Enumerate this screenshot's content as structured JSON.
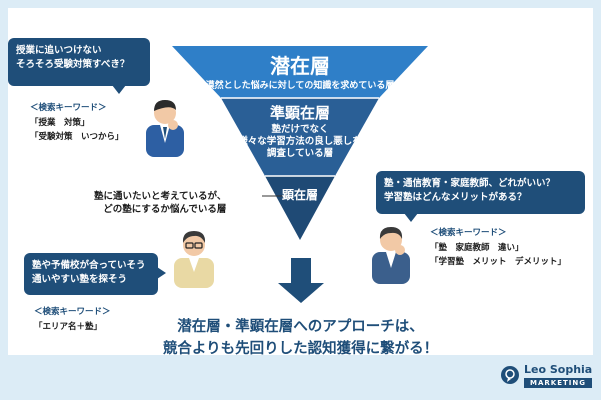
{
  "funnel": {
    "top": {
      "title": "潜在層",
      "subtitle": "漠然とした悩みに対しての知識を求めている層"
    },
    "middle": {
      "title": "準顕在層",
      "subtitle_lines": [
        "塾だけでなく",
        "様々な学習方法の良し悪しを",
        "調査している層"
      ]
    },
    "bottom": {
      "title": "顕在層"
    }
  },
  "persona_top_left": {
    "bubble_lines": [
      "授業に追いつけない",
      "そろそろ受験対策すべき？"
    ],
    "keyword_heading": "＜検索キーワード＞",
    "keywords": [
      "「授業　対策」",
      "「受験対策　いつから」"
    ]
  },
  "persona_right": {
    "bubble_lines": [
      "塾・通信教育・家庭教師、どれがいい？",
      "学習塾はどんなメリットがある？"
    ],
    "keyword_heading": "＜検索キーワード＞",
    "keywords": [
      "「塾　家庭教師　違い」",
      "「学習塾　メリット　デメリット」"
    ]
  },
  "persona_bottom_left": {
    "caption_lines": [
      "塾に通いたいと考えているが、",
      "どの塾にするか悩んでいる層"
    ],
    "bubble_lines": [
      "塾や予備校が合っていそう",
      "通いやすい塾を探そう"
    ],
    "keyword_heading": "＜検索キーワード＞",
    "keywords": [
      "「エリア名＋塾」"
    ]
  },
  "conclusion_lines": [
    "潜在層・準顕在層へのアプローチは、",
    "競合よりも先回りした認知獲得に繋がる！"
  ],
  "logo": {
    "name": "Leo Sophia",
    "tag": "MARKETING"
  },
  "colors": {
    "navy": "#1f4e79",
    "funnel_top": "#2f7fc8",
    "funnel_mid": "#2a5f96",
    "funnel_bottom": "#1f4a75",
    "background": "#dcecf6"
  }
}
